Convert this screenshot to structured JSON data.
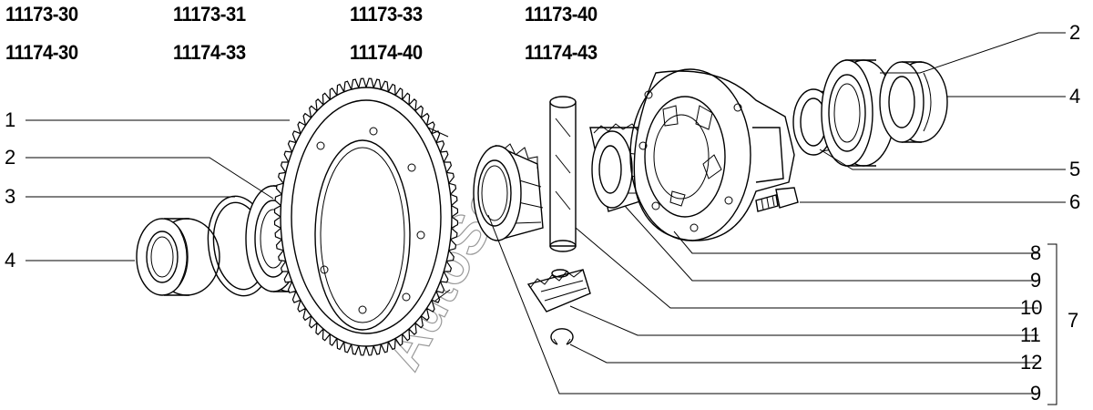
{
  "models": {
    "row1": [
      "11173-30",
      "11173-31",
      "11173-33",
      "11173-40"
    ],
    "row2": [
      "11174-30",
      "11174-33",
      "11174-40",
      "11174-43"
    ]
  },
  "callouts_left": [
    "1",
    "2",
    "3",
    "4"
  ],
  "callouts_right": [
    "2",
    "4",
    "5",
    "6",
    "8",
    "9",
    "10",
    "11",
    "12",
    "9"
  ],
  "group_label": "7",
  "watermark": "AutoSoft",
  "colors": {
    "line": "#000000",
    "background": "#ffffff",
    "watermark": "#9a9a9a"
  }
}
